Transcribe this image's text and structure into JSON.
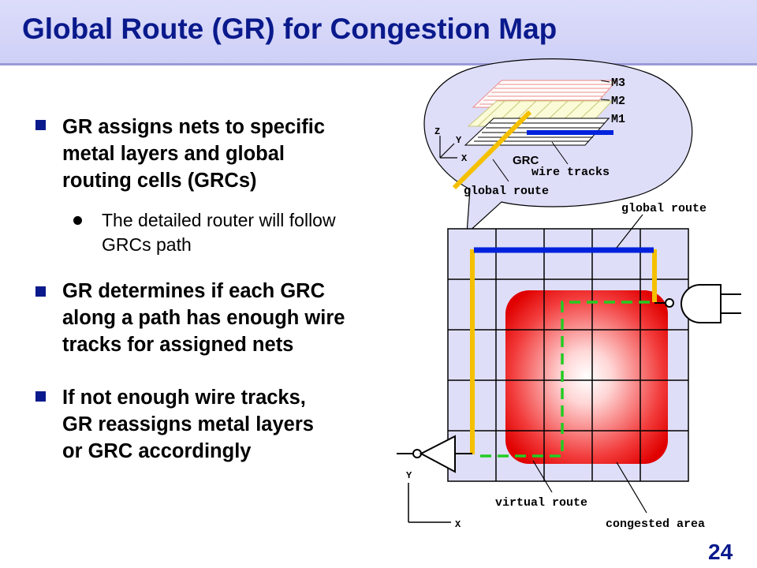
{
  "title": "Global Route (GR) for Congestion Map",
  "bullets": [
    {
      "lines": [
        "GR assigns nets to specific",
        "metal layers and global",
        "routing cells (GRCs)"
      ]
    },
    {
      "lines": [
        "GR determines if each GRC",
        "along a path has enough wire",
        "tracks for assigned nets"
      ]
    },
    {
      "lines": [
        "If not enough wire tracks,",
        "GR reassigns metal layers",
        "or GRC accordingly"
      ]
    }
  ],
  "sub_bullet": {
    "lines": [
      "The detailed router will follow",
      "GRCs path"
    ]
  },
  "bubble": {
    "layers": [
      "M3",
      "M2",
      "M1"
    ],
    "axis": {
      "z": "Z",
      "y": "Y",
      "x": "X"
    },
    "grc_label": "GRC",
    "wire_tracks_label": "wire tracks",
    "global_route_label": "global route"
  },
  "diagram": {
    "global_route_label": "global route",
    "virtual_route_label": "virtual route",
    "congested_area_label": "congested area",
    "axis": {
      "y": "Y",
      "x": "X"
    }
  },
  "page_number": "24",
  "colors": {
    "title_text": "#0a1a8c",
    "title_bar": "#d6d6f8",
    "global_route_yellow": "#f5c000",
    "global_route_blue": "#0022dd",
    "virtual_route_green": "#22cc22",
    "congestion_red": "#ee0000",
    "grid_fill": "#dedef8"
  }
}
